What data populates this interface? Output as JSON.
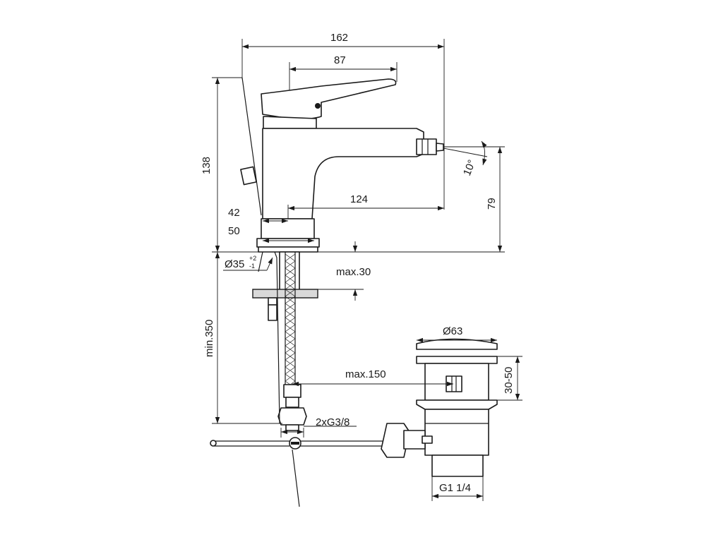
{
  "dimensions": {
    "overall_length": "162",
    "lever_offset": "87",
    "spout_reach": "124",
    "total_height": "138",
    "spout_height": "79",
    "spray_angle": "10°",
    "pull_rod_offset": "42",
    "base_width": "50",
    "hole_diameter": "Ø35",
    "hole_tol_plus": "+2",
    "hole_tol_minus": "-1",
    "deck_thickness": "max.30",
    "hose_length": "min.350",
    "connection": "2xG3/8",
    "waste_head": "Ø63",
    "waste_length": "30-50",
    "rod_reach": "max.150",
    "waste_thread": "G1 1/4"
  },
  "colors": {
    "line": "#1a1a1a",
    "shade": "#d9d9d9",
    "background": "#ffffff"
  }
}
